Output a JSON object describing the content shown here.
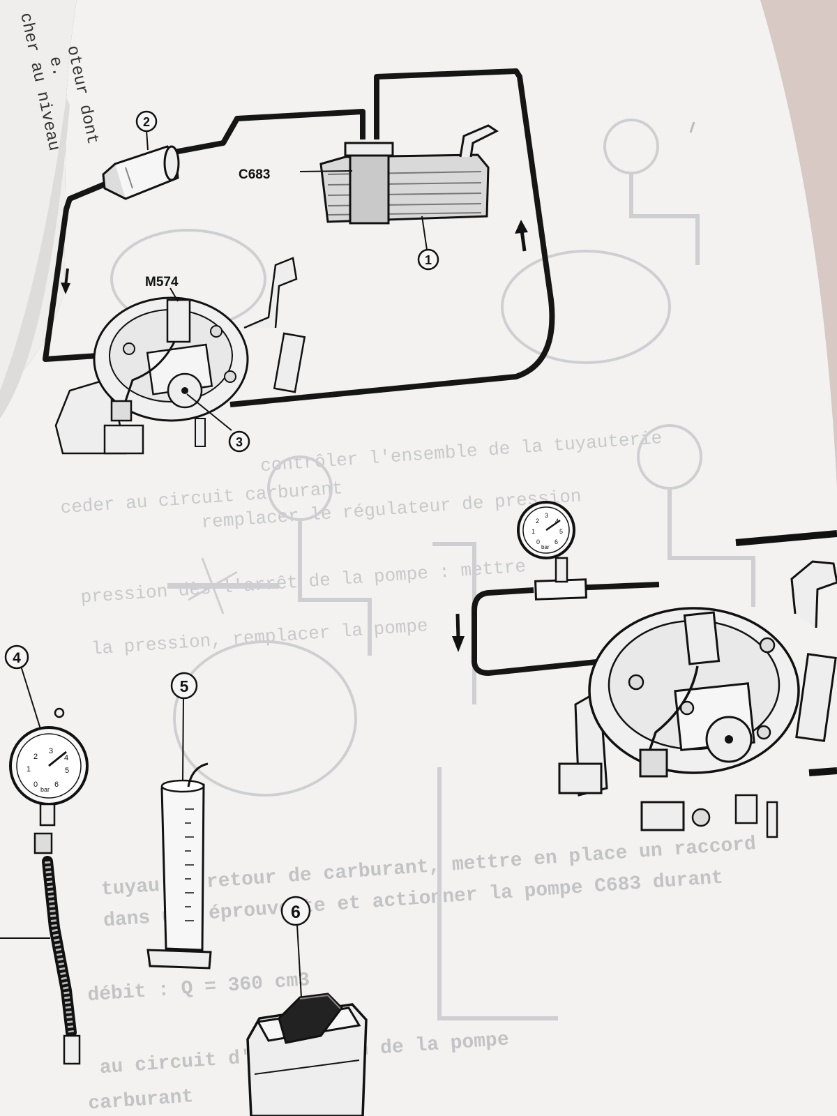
{
  "left_page_fragments": [
    "cher au niveau",
    "e.",
    "oteur dont"
  ],
  "diagram": {
    "top_labels": {
      "tank": "C683",
      "injector": "M574"
    },
    "callouts": [
      "1",
      "2",
      "3"
    ],
    "tools": [
      {
        "number": "4",
        "icon": "pressure-gauge-icon",
        "gauge_scale": [
          "0",
          "1",
          "2",
          "3",
          "4",
          "5",
          "6"
        ],
        "gauge_unit": "bar"
      },
      {
        "number": "5",
        "icon": "measuring-cylinder-icon"
      },
      {
        "number": "6",
        "icon": "electrical-switch-icon"
      }
    ],
    "right_gauge": {
      "gauge_scale": [
        "0",
        "1",
        "2",
        "3",
        "4",
        "5",
        "6"
      ],
      "gauge_unit": "bar"
    }
  },
  "show_through_text": [
    "contrôler l'ensemble de la tuyauterie",
    "remplacer le régulateur de pression",
    "ceder au circuit carburant",
    "pression dès l'arrêt de la pompe : mettre",
    "la pression, remplacer la pompe",
    "tuyau de retour de carburant, mettre en place un raccord",
    "dans une éprouvette et actionner la pompe C683 durant",
    "débit : Q = 360 cm3",
    "au circuit d'aspiration de la pompe",
    "carburant"
  ],
  "colors": {
    "paper": "#f3f2f0",
    "ink": "#111111",
    "show_through": "#c9c9cc",
    "table": "#7a6a58"
  }
}
